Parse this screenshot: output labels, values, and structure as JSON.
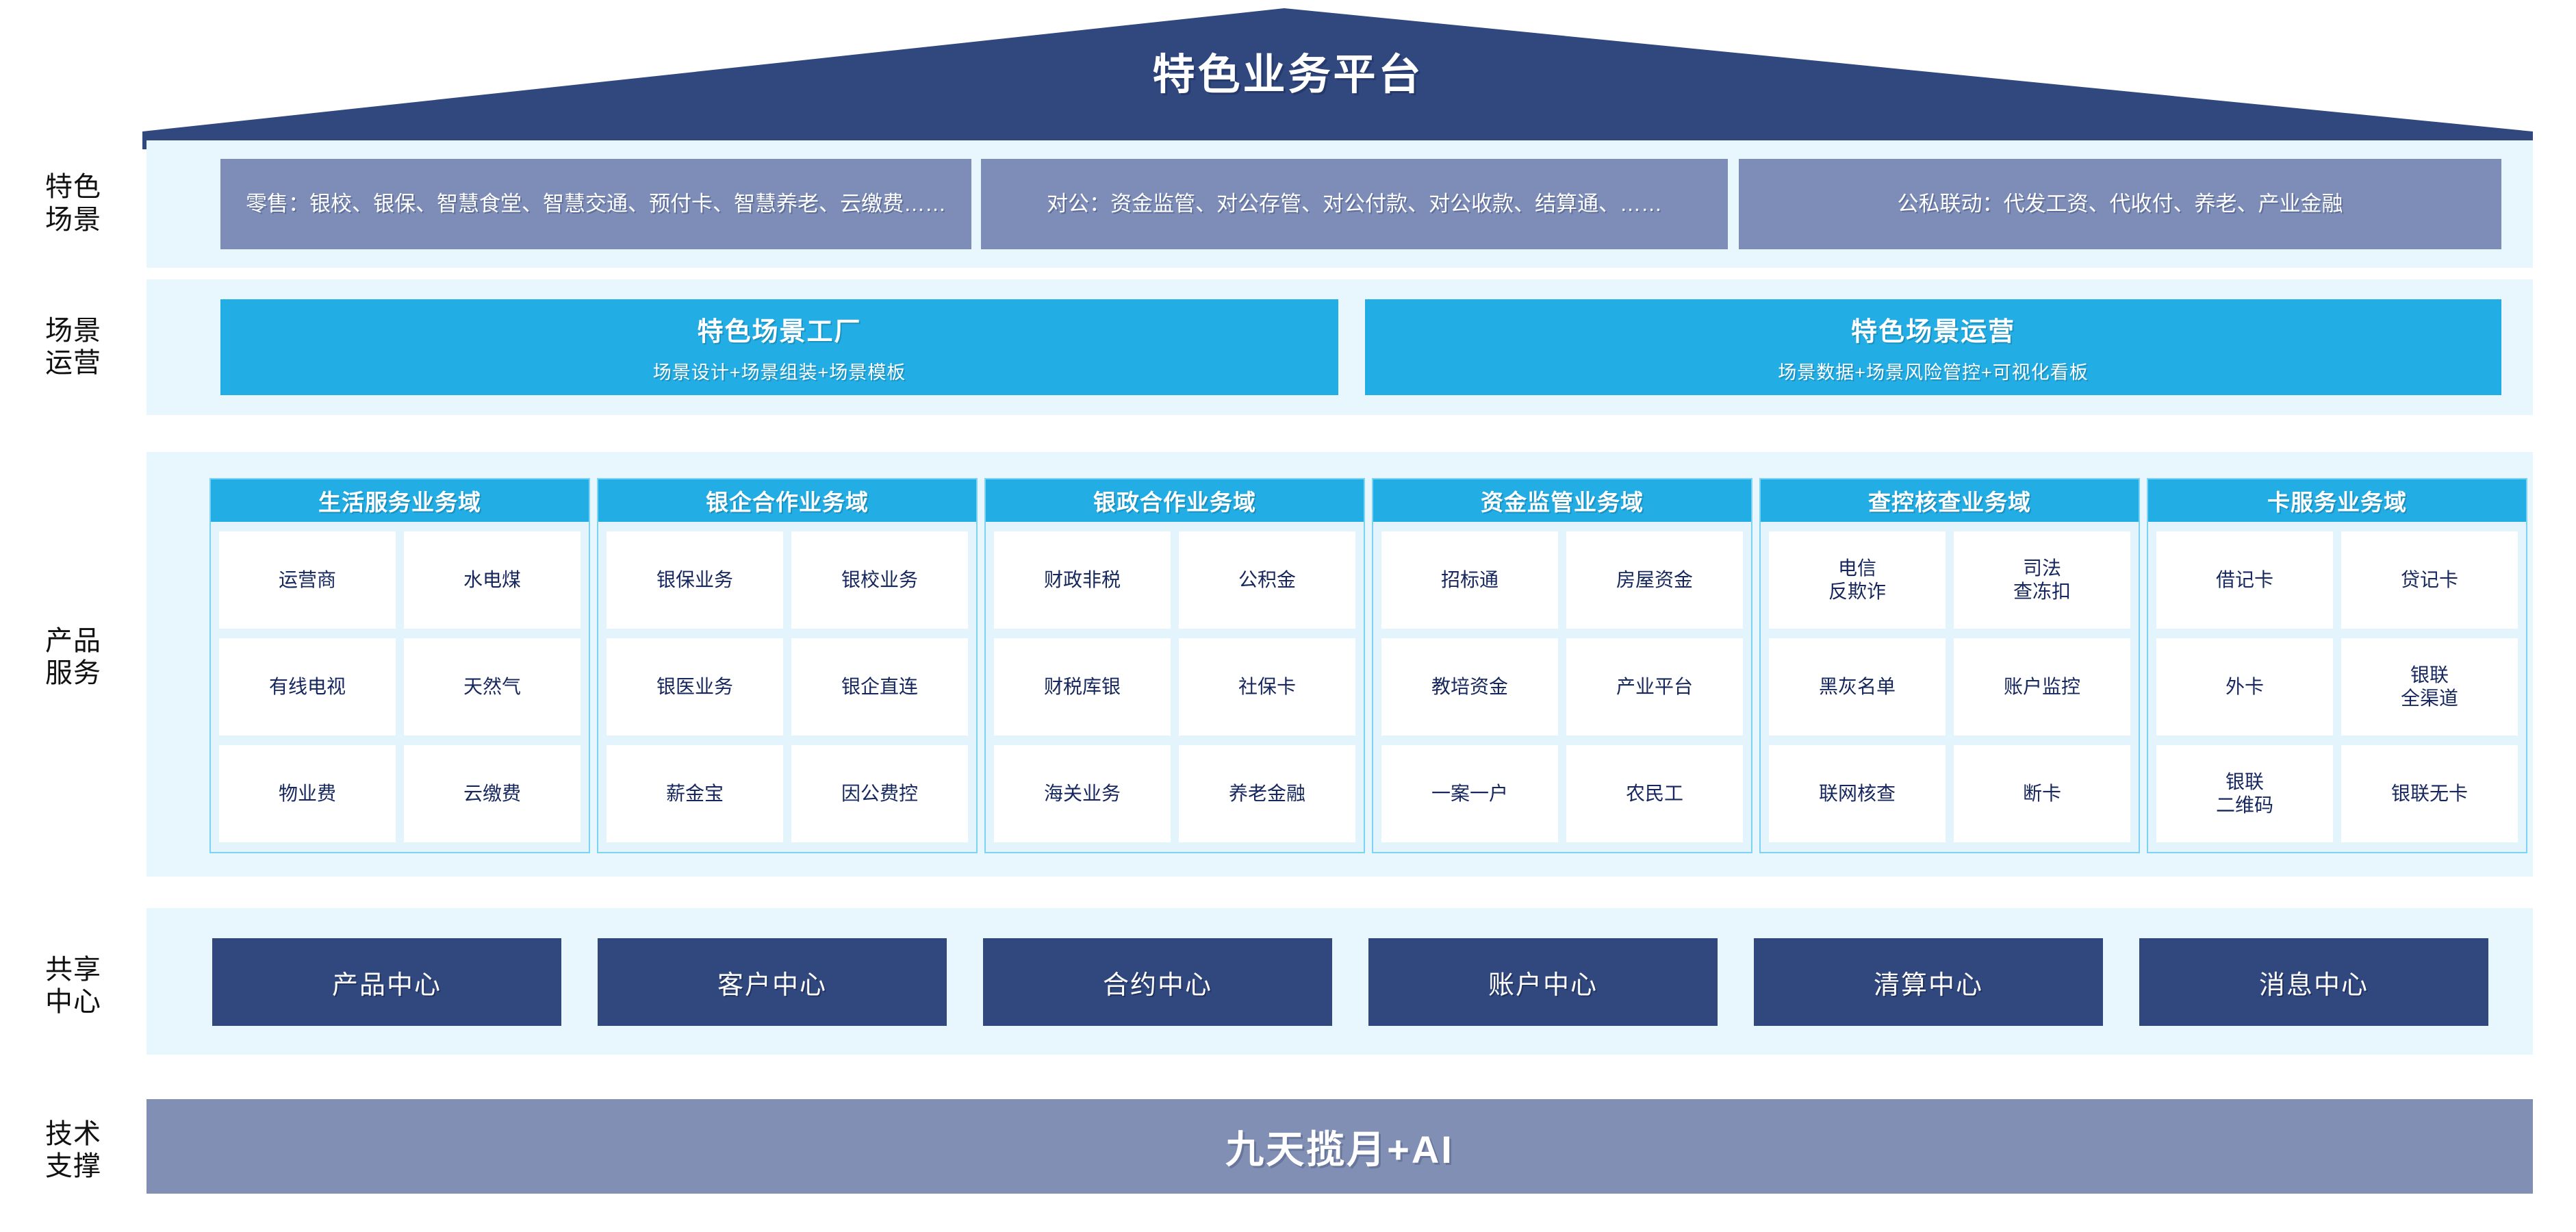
{
  "header": {
    "title": "特色业务平台",
    "roof_color": "#31487f"
  },
  "row_labels": [
    {
      "line1": "特色",
      "line2": "场景"
    },
    {
      "line1": "场景",
      "line2": "运营"
    },
    {
      "line1": "产品",
      "line2": "服务"
    },
    {
      "line1": "共享",
      "line2": "中心"
    },
    {
      "line1": "技术",
      "line2": "支撑"
    }
  ],
  "scenarios": {
    "box_color": "#7d8db8",
    "items": [
      {
        "text": "零售：银校、银保、智慧食堂、智慧交通、预付卡、智慧养老、云缴费……"
      },
      {
        "text": "对公：资金监管、对公存管、对公付款、对公收款、结算通、……"
      },
      {
        "text": "公私联动：代发工资、代收付、养老、产业金融"
      }
    ]
  },
  "scene_operations": {
    "bar_color": "#22ade4",
    "items": [
      {
        "title": "特色场景工厂",
        "subtitle": "场景设计+场景组装+场景模板"
      },
      {
        "title": "特色场景运营",
        "subtitle": "场景数据+场景风险管控+可视化看板"
      }
    ]
  },
  "product_services": {
    "header_color": "#22ade4",
    "border_color": "#7dd4f2",
    "panel_color": "#e4f4fd",
    "cell_text_color": "#16275e",
    "domains": [
      {
        "title": "生活服务业务域",
        "cells": [
          "运营商",
          "水电煤",
          "有线电视",
          "天然气",
          "物业费",
          "云缴费"
        ]
      },
      {
        "title": "银企合作业务域",
        "cells": [
          "银保业务",
          "银校业务",
          "银医业务",
          "银企直连",
          "薪金宝",
          "因公费控"
        ]
      },
      {
        "title": "银政合作业务域",
        "cells": [
          "财政非税",
          "公积金",
          "财税库银",
          "社保卡",
          "海关业务",
          "养老金融"
        ]
      },
      {
        "title": "资金监管业务域",
        "cells": [
          "招标通",
          "房屋资金",
          "教培资金",
          "产业平台",
          "一案一户",
          "农民工"
        ]
      },
      {
        "title": "查控核查业务域",
        "cells": [
          "电信\n反欺诈",
          "司法\n查冻扣",
          "黑灰名单",
          "账户监控",
          "联网核查",
          "断卡"
        ]
      },
      {
        "title": "卡服务业务域",
        "cells": [
          "借记卡",
          "贷记卡",
          "外卡",
          "银联\n全渠道",
          "银联\n二维码",
          "银联无卡"
        ]
      }
    ]
  },
  "shared_centers": {
    "box_color": "#31487f",
    "items": [
      "产品中心",
      "客户中心",
      "合约中心",
      "账户中心",
      "清算中心",
      "消息中心"
    ]
  },
  "tech_support": {
    "bar_color": "#818fb5",
    "label": "九天揽月+AI"
  }
}
